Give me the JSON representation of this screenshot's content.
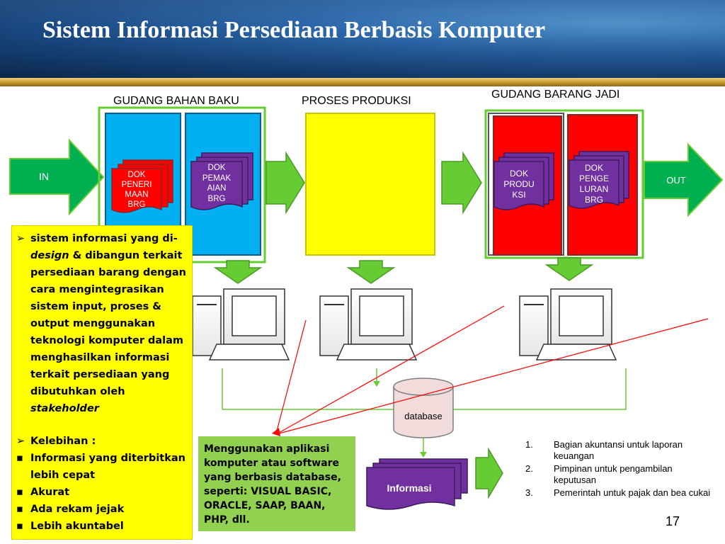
{
  "slide": {
    "title": "Sistem Informasi Persediaan Berbasis Komputer",
    "page_number": "17"
  },
  "diagram": {
    "label_gudang_bahan": "GUDANG BAHAN BAKU",
    "label_proses": "PROSES PRODUKSI",
    "label_gudang_jadi": "GUDANG BARANG JADI",
    "arrow_in": "IN",
    "arrow_out": "OUT",
    "doc_penerimaan": [
      "DOK",
      "PENERI",
      "MAAN",
      "BRG"
    ],
    "doc_pemakaian": [
      "DOK",
      "PEMAK",
      "AIAN",
      "BRG"
    ],
    "doc_produksi": [
      "DOK",
      "PRODU",
      "KSI"
    ],
    "doc_pengeluaran": [
      "DOK",
      "PENGE",
      "LURAN",
      "BRG"
    ],
    "database_label": "database",
    "informasi_label": "Informasi",
    "colors": {
      "blue": "#00b0f0",
      "yellow": "#ffff00",
      "red": "#ff0000",
      "green": "#66cc33",
      "purple": "#7030a0"
    }
  },
  "left_panel": {
    "intro_line1": "sistem informasi yang di-",
    "intro_design": "design",
    "intro_line2": " & dibangun terkait persediaan barang dengan cara mengintegrasikan sistem input, proses & output menggunakan teknologi komputer dalam menghasilkan informasi terkait persediaan yang dibutuhkan oleh ",
    "intro_stakeholder": "stakeholder",
    "kelebihan_title": "Kelebihan :",
    "bullets": [
      "Informasi yang diterbitkan lebih cepat",
      "Akurat",
      "Ada rekam jejak",
      "Lebih akuntabel"
    ]
  },
  "green_box": {
    "text": "Menggunakan aplikasi komputer atau software yang berbasis database, seperti: VISUAL BASIC, ORACLE, SAAP, BAAN, PHP, dll."
  },
  "users_list": [
    {
      "num": "1.",
      "text": "Bagian akuntansi untuk laporan keuangan"
    },
    {
      "num": "2.",
      "text": "Pimpinan untuk pengambilan keputusan"
    },
    {
      "num": "3.",
      "text": "Pemerintah untuk pajak dan bea cukai"
    }
  ]
}
